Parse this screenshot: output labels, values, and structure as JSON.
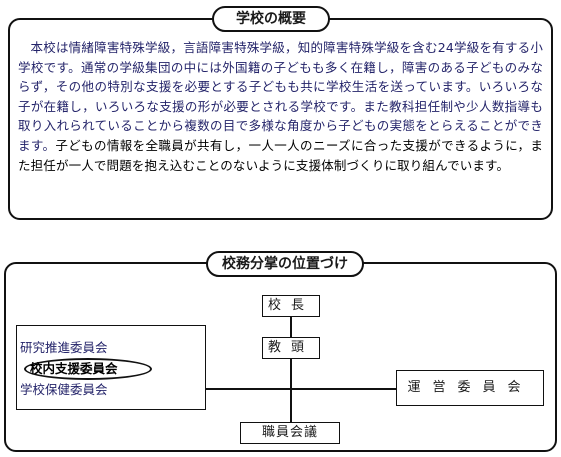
{
  "section1": {
    "title": "学校の概要",
    "paragraph_part1": "本校は情緒障害特殊学級，言語障害特殊学級，知的障害特殊学級を含む24学級を有する小学校です。通常の学級集団の中には外国籍の子どもも多く在籍し，障害のある子どものみならず，その他の特別な支援を必要とする子どもも共に学校生活を送っています。いろいろな子が在籍し，いろいろな支援の形が必要とされる学校です。また教科担任制や少人数指導も取り入れられていることから複数の目で多様な角度から子どもの実態をとらえることができます。",
    "paragraph_part2": "子どもの情報を全職員が共有し，一人一人のニーズに合った支援ができるように，また担任が一人で問題を抱え込むことのないように支援体制づくりに取り組んでいます。"
  },
  "section2": {
    "title": "校務分掌の位置づけ",
    "principal": "校長",
    "vice_principal": "教頭",
    "staff_meeting": "職員会議",
    "management_committee": "運営委員会",
    "committees": [
      "研究推進委員会",
      "校内支援委員会",
      "学校保健委員会"
    ]
  }
}
